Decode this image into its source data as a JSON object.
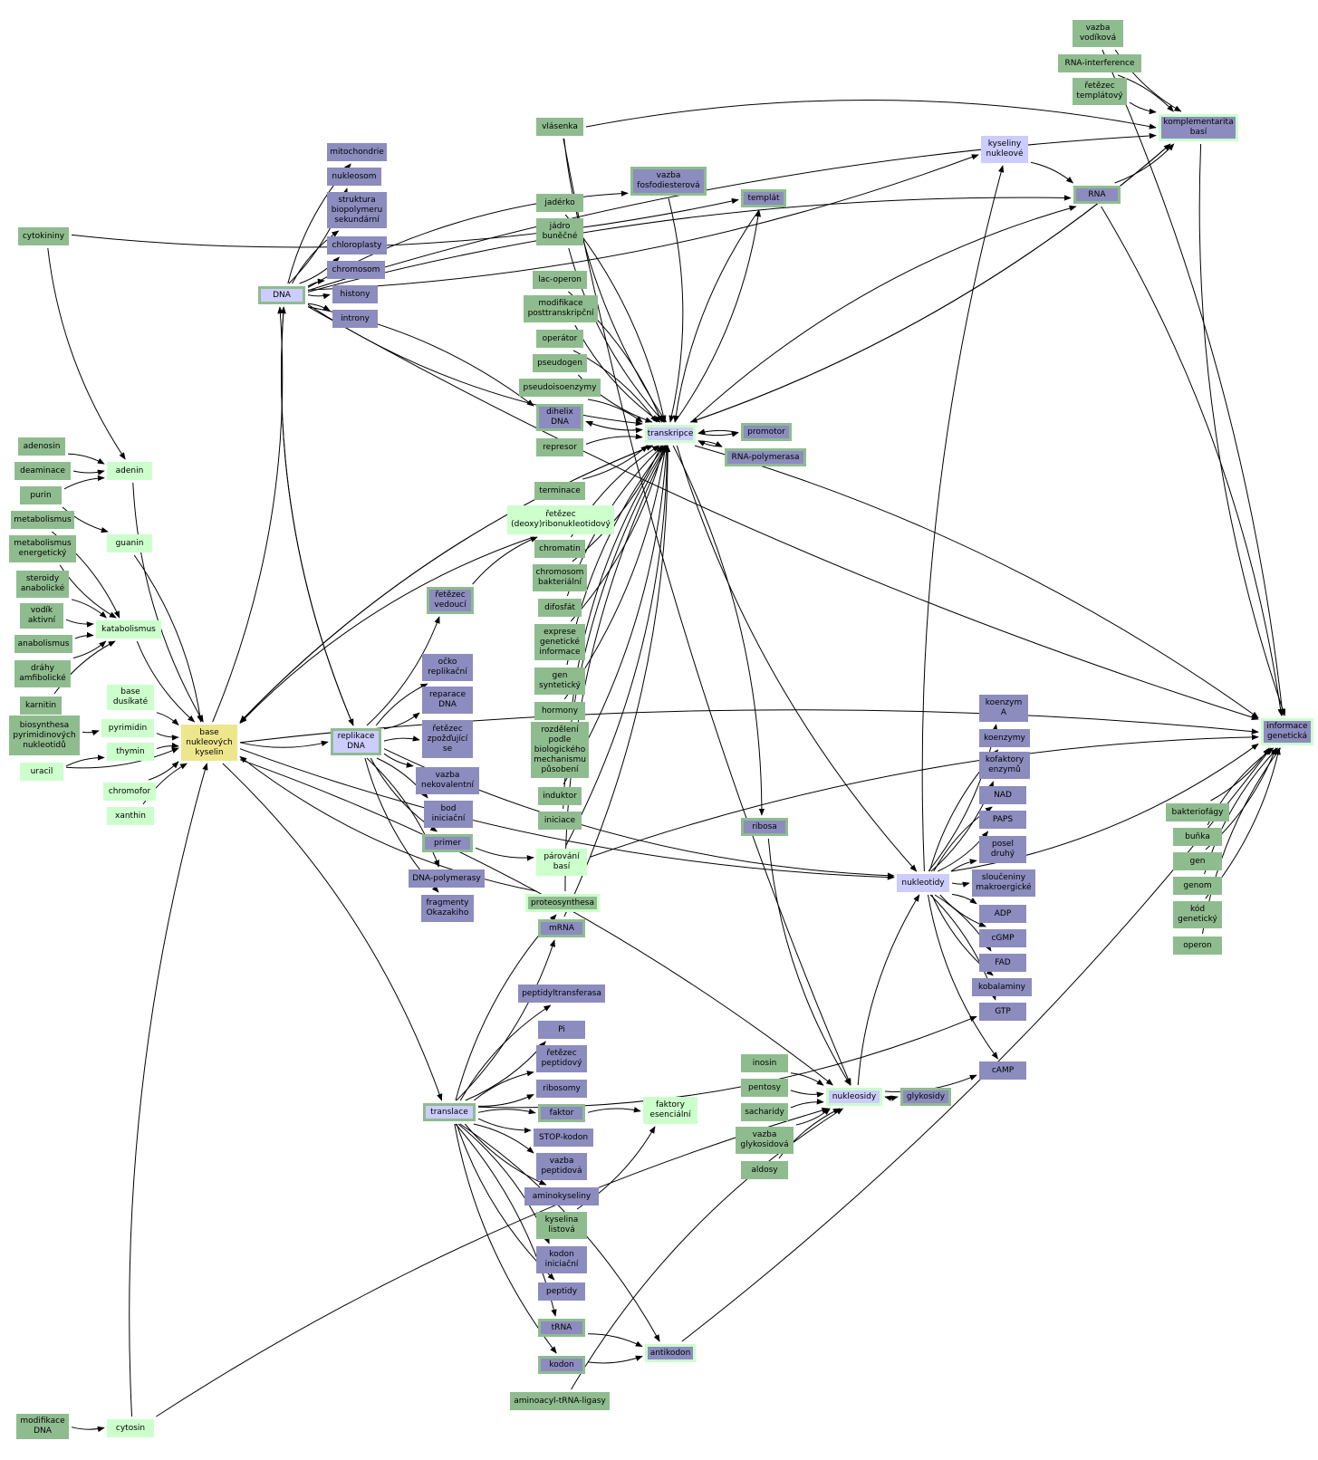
{
  "colors": {
    "green": "#8fbc8f",
    "light": "#ccffcc",
    "purple": "#8c8cbf",
    "lavender": "#ccccff",
    "yellow": "#eee68c",
    "edge": "#000000"
  },
  "nodes": [
    {
      "id": "base",
      "label": "base\nnukleových\nkyselin",
      "kind": "yellow"
    },
    {
      "id": "cytokininy",
      "label": "cytokininy",
      "kind": "green"
    },
    {
      "id": "adenosin",
      "label": "adenosin",
      "kind": "green"
    },
    {
      "id": "deaminace",
      "label": "deaminace",
      "kind": "green"
    },
    {
      "id": "purin",
      "label": "purin",
      "kind": "green"
    },
    {
      "id": "metabolismus",
      "label": "metabolismus",
      "kind": "green"
    },
    {
      "id": "metab_en",
      "label": "metabolismus\nenergetický",
      "kind": "green"
    },
    {
      "id": "steroidy",
      "label": "steroidy\nanabolické",
      "kind": "green"
    },
    {
      "id": "vodik",
      "label": "vodík\naktivní",
      "kind": "green"
    },
    {
      "id": "anabolismus",
      "label": "anabolismus",
      "kind": "green"
    },
    {
      "id": "drahy",
      "label": "dráhy\namfibolické",
      "kind": "green"
    },
    {
      "id": "karnitin",
      "label": "karnitin",
      "kind": "green"
    },
    {
      "id": "biosynth",
      "label": "biosynthesa\npyrimidinových\nnukleotidů",
      "kind": "green"
    },
    {
      "id": "uracil",
      "label": "uracil",
      "kind": "light"
    },
    {
      "id": "adenin",
      "label": "adenin",
      "kind": "light"
    },
    {
      "id": "guanin",
      "label": "guanin",
      "kind": "light"
    },
    {
      "id": "katabolismus",
      "label": "katabolismus",
      "kind": "light"
    },
    {
      "id": "base_dus",
      "label": "base\ndusíkaté",
      "kind": "light"
    },
    {
      "id": "pyrimidin",
      "label": "pyrimidin",
      "kind": "light"
    },
    {
      "id": "thymin",
      "label": "thymin",
      "kind": "light"
    },
    {
      "id": "chromofor",
      "label": "chromofor",
      "kind": "light"
    },
    {
      "id": "xanthin",
      "label": "xanthin",
      "kind": "light"
    },
    {
      "id": "modif_dna",
      "label": "modifikace\nDNA",
      "kind": "green"
    },
    {
      "id": "cytosin",
      "label": "cytosin",
      "kind": "light"
    },
    {
      "id": "dna",
      "label": "DNA",
      "kind": "lav",
      "border": "green"
    },
    {
      "id": "mitochondrie",
      "label": "mitochondrie",
      "kind": "purple"
    },
    {
      "id": "nukleosom",
      "label": "nukleosom",
      "kind": "purple"
    },
    {
      "id": "struktura",
      "label": "struktura\nbiopolymeru\nsekundární",
      "kind": "purple"
    },
    {
      "id": "chloroplasty",
      "label": "chloroplasty",
      "kind": "purple"
    },
    {
      "id": "chromosom",
      "label": "chromosom",
      "kind": "purple"
    },
    {
      "id": "histony",
      "label": "histony",
      "kind": "purple"
    },
    {
      "id": "introny",
      "label": "introny",
      "kind": "purple"
    },
    {
      "id": "replikace",
      "label": "replikace\nDNA",
      "kind": "lav",
      "border": "green"
    },
    {
      "id": "retezec_ved",
      "label": "řetězec\nvedoucí",
      "kind": "purple",
      "border": "green"
    },
    {
      "id": "ocko",
      "label": "očko\nreplikační",
      "kind": "purple"
    },
    {
      "id": "reparace",
      "label": "reparace\nDNA",
      "kind": "purple"
    },
    {
      "id": "retezec_zpo",
      "label": "řetězec\nzpožďující\nse",
      "kind": "purple"
    },
    {
      "id": "vazba_nek",
      "label": "vazba\nnekovalentní",
      "kind": "purple"
    },
    {
      "id": "bod",
      "label": "bod\niniciační",
      "kind": "purple"
    },
    {
      "id": "primer",
      "label": "primer",
      "kind": "purple",
      "border": "green"
    },
    {
      "id": "dna_pol",
      "label": "DNA-polymerasy",
      "kind": "purple"
    },
    {
      "id": "fragmenty",
      "label": "fragmenty\nOkazakiho",
      "kind": "purple"
    },
    {
      "id": "vlasenka",
      "label": "vlásenka",
      "kind": "green"
    },
    {
      "id": "vazba_fos",
      "label": "vazba\nfosfodiesterová",
      "kind": "purple",
      "border": "green"
    },
    {
      "id": "templat",
      "label": "templát",
      "kind": "purple",
      "border": "green"
    },
    {
      "id": "jaderko",
      "label": "jadérko",
      "kind": "green"
    },
    {
      "id": "jadro",
      "label": "jádro\nbuněčné",
      "kind": "green"
    },
    {
      "id": "lac",
      "label": "lac-operon",
      "kind": "green"
    },
    {
      "id": "modif_post",
      "label": "modifikace\nposttranskripční",
      "kind": "green"
    },
    {
      "id": "operator",
      "label": "operátor",
      "kind": "green"
    },
    {
      "id": "pseudogen",
      "label": "pseudogen",
      "kind": "green"
    },
    {
      "id": "pseudoiso",
      "label": "pseudoisoenzymy",
      "kind": "green"
    },
    {
      "id": "dihelix",
      "label": "dihelix\nDNA",
      "kind": "purple",
      "border": "green"
    },
    {
      "id": "represor",
      "label": "represor",
      "kind": "green"
    },
    {
      "id": "transkripce",
      "label": "transkripce",
      "kind": "lav",
      "border": "light"
    },
    {
      "id": "promotor",
      "label": "promotor",
      "kind": "purple",
      "border": "green"
    },
    {
      "id": "rna_pol",
      "label": "RNA-polymerasa",
      "kind": "purple",
      "border": "green"
    },
    {
      "id": "terminace",
      "label": "terminace",
      "kind": "green"
    },
    {
      "id": "retezec_deoxy",
      "label": "řetězec\n(deoxy)ribonukleotidový",
      "kind": "light"
    },
    {
      "id": "chromatin",
      "label": "chromatin",
      "kind": "green"
    },
    {
      "id": "chrom_bakt",
      "label": "chromosom\nbakteriální",
      "kind": "green"
    },
    {
      "id": "difosfat",
      "label": "difosfát",
      "kind": "green"
    },
    {
      "id": "exprese",
      "label": "exprese\ngenetické\ninformace",
      "kind": "green"
    },
    {
      "id": "gen_synt",
      "label": "gen\nsyntetický",
      "kind": "green"
    },
    {
      "id": "hormony",
      "label": "hormony",
      "kind": "green"
    },
    {
      "id": "rozdeleni",
      "label": "rozdělení\npodle\nbiologického\nmechanismu\npůsobení",
      "kind": "green"
    },
    {
      "id": "induktor",
      "label": "induktor",
      "kind": "green"
    },
    {
      "id": "iniciace",
      "label": "iniciace",
      "kind": "green"
    },
    {
      "id": "parovani",
      "label": "párování\nbasí",
      "kind": "light"
    },
    {
      "id": "proteosynthesa",
      "label": "proteosynthesa",
      "kind": "green",
      "border": "light"
    },
    {
      "id": "mrna",
      "label": "mRNA",
      "kind": "purple",
      "border": "green"
    },
    {
      "id": "peptidyltr",
      "label": "peptidyltransferasa",
      "kind": "purple"
    },
    {
      "id": "pi",
      "label": "Pi",
      "kind": "purple"
    },
    {
      "id": "retezec_pep",
      "label": "řetězec\npeptidový",
      "kind": "purple"
    },
    {
      "id": "ribosomy",
      "label": "ribosomy",
      "kind": "purple"
    },
    {
      "id": "faktor",
      "label": "faktor",
      "kind": "purple",
      "border": "green"
    },
    {
      "id": "stop",
      "label": "STOP-kodon",
      "kind": "purple"
    },
    {
      "id": "vazba_pep",
      "label": "vazba\npeptidová",
      "kind": "purple"
    },
    {
      "id": "aminokys",
      "label": "aminokyseliny",
      "kind": "purple"
    },
    {
      "id": "kyselina_l",
      "label": "kyselina\nlistová",
      "kind": "green"
    },
    {
      "id": "kodon_ini",
      "label": "kodon\niniciační",
      "kind": "purple"
    },
    {
      "id": "peptidy",
      "label": "peptidy",
      "kind": "purple"
    },
    {
      "id": "trna",
      "label": "tRNA",
      "kind": "purple",
      "border": "green"
    },
    {
      "id": "kodon",
      "label": "kodon",
      "kind": "purple",
      "border": "green"
    },
    {
      "id": "antikodon",
      "label": "antikodon",
      "kind": "purple",
      "border": "light"
    },
    {
      "id": "aminoacyl",
      "label": "aminoacyl-tRNA-ligasy",
      "kind": "green"
    },
    {
      "id": "translace",
      "label": "translace",
      "kind": "lav",
      "border": "green"
    },
    {
      "id": "faktory_es",
      "label": "faktory\nesenciální",
      "kind": "light"
    },
    {
      "id": "ribosa",
      "label": "ribosa",
      "kind": "purple",
      "border": "green"
    },
    {
      "id": "kys_nukl",
      "label": "kyseliny\nnukleové",
      "kind": "lav"
    },
    {
      "id": "rna",
      "label": "RNA",
      "kind": "purple",
      "border": "green"
    },
    {
      "id": "vazba_vod",
      "label": "vazba\nvodíková",
      "kind": "green"
    },
    {
      "id": "rna_int",
      "label": "RNA-interference",
      "kind": "green"
    },
    {
      "id": "retezec_templ",
      "label": "řetězec\ntemplátový",
      "kind": "green"
    },
    {
      "id": "komplement",
      "label": "komplementarita\nbasí",
      "kind": "purple",
      "border": "light"
    },
    {
      "id": "informace",
      "label": "informace\ngenetická",
      "kind": "purple",
      "border": "light"
    },
    {
      "id": "bakteriofagy",
      "label": "bakteriofágy",
      "kind": "green"
    },
    {
      "id": "bunka",
      "label": "buňka",
      "kind": "green"
    },
    {
      "id": "gen",
      "label": "gen",
      "kind": "green"
    },
    {
      "id": "genom",
      "label": "genom",
      "kind": "green"
    },
    {
      "id": "kod",
      "label": "kód\ngenetický",
      "kind": "green"
    },
    {
      "id": "operon",
      "label": "operon",
      "kind": "green"
    },
    {
      "id": "nukleotidy",
      "label": "nukleotidy",
      "kind": "lav"
    },
    {
      "id": "koenzym_a",
      "label": "koenzym\nA",
      "kind": "purple"
    },
    {
      "id": "koenzymy",
      "label": "koenzymy",
      "kind": "purple"
    },
    {
      "id": "kofaktory",
      "label": "kofaktory\nenzymů",
      "kind": "purple"
    },
    {
      "id": "nad",
      "label": "NAD",
      "kind": "purple"
    },
    {
      "id": "paps",
      "label": "PAPS",
      "kind": "purple"
    },
    {
      "id": "posel",
      "label": "posel\ndruhý",
      "kind": "purple"
    },
    {
      "id": "slouceniny",
      "label": "sloučeniny\nmakroergické",
      "kind": "purple"
    },
    {
      "id": "adp",
      "label": "ADP",
      "kind": "purple"
    },
    {
      "id": "cgmp",
      "label": "cGMP",
      "kind": "purple"
    },
    {
      "id": "fad",
      "label": "FAD",
      "kind": "purple"
    },
    {
      "id": "kobalaminy",
      "label": "kobalaminy",
      "kind": "purple"
    },
    {
      "id": "gtp",
      "label": "GTP",
      "kind": "purple"
    },
    {
      "id": "camp",
      "label": "cAMP",
      "kind": "purple"
    },
    {
      "id": "inosin",
      "label": "inosin",
      "kind": "green"
    },
    {
      "id": "pentosy",
      "label": "pentosy",
      "kind": "green"
    },
    {
      "id": "sacharidy",
      "label": "sacharidy",
      "kind": "green"
    },
    {
      "id": "vazba_gly",
      "label": "vazba\nglykosidová",
      "kind": "green"
    },
    {
      "id": "aldosy",
      "label": "aldosy",
      "kind": "green"
    },
    {
      "id": "nukleosidy",
      "label": "nukleosidy",
      "kind": "lav",
      "border": "light"
    },
    {
      "id": "glykosidy",
      "label": "glykosidy",
      "kind": "purple",
      "border": "green"
    }
  ],
  "edges": [
    [
      "cytokininy",
      "adenin"
    ],
    [
      "adenosin",
      "adenin"
    ],
    [
      "deaminace",
      "adenin"
    ],
    [
      "purin",
      "adenin"
    ],
    [
      "purin",
      "guanin"
    ],
    [
      "metabolismus",
      "katabolismus"
    ],
    [
      "metab_en",
      "katabolismus"
    ],
    [
      "steroidy",
      "katabolismus"
    ],
    [
      "vodik",
      "katabolismus"
    ],
    [
      "anabolismus",
      "katabolismus"
    ],
    [
      "drahy",
      "katabolismus"
    ],
    [
      "karnitin",
      "katabolismus"
    ],
    [
      "biosynth",
      "pyrimidin"
    ],
    [
      "uracil",
      "thymin"
    ],
    [
      "adenin",
      "base"
    ],
    [
      "guanin",
      "base"
    ],
    [
      "katabolismus",
      "base"
    ],
    [
      "base_dus",
      "base"
    ],
    [
      "pyrimidin",
      "base"
    ],
    [
      "thymin",
      "base"
    ],
    [
      "chromofor",
      "base"
    ],
    [
      "xanthin",
      "base"
    ],
    [
      "uracil",
      "base"
    ],
    [
      "cytosin",
      "base"
    ],
    [
      "modif_dna",
      "cytosin"
    ],
    [
      "cytosin",
      "nukleosidy"
    ],
    [
      "base",
      "replikace"
    ],
    [
      "base",
      "translace"
    ],
    [
      "base",
      "dna"
    ],
    [
      "base",
      "transkripce"
    ],
    [
      "base",
      "nukleotidy"
    ],
    [
      "base",
      "informace"
    ],
    [
      "cytokininy",
      "templat"
    ],
    [
      "dna",
      "mitochondrie"
    ],
    [
      "dna",
      "nukleosom"
    ],
    [
      "dna",
      "struktura"
    ],
    [
      "dna",
      "chloroplasty"
    ],
    [
      "dna",
      "chromosom"
    ],
    [
      "dna",
      "histony"
    ],
    [
      "dna",
      "introny"
    ],
    [
      "dna",
      "replikace"
    ],
    [
      "dna",
      "dihelix"
    ],
    [
      "dna",
      "transkripce"
    ],
    [
      "dna",
      "rna"
    ],
    [
      "dna",
      "kys_nukl"
    ],
    [
      "dna",
      "vazba_fos"
    ],
    [
      "dna",
      "informace"
    ],
    [
      "dna",
      "komplement"
    ],
    [
      "replikace",
      "retezec_ved"
    ],
    [
      "replikace",
      "ocko"
    ],
    [
      "replikace",
      "reparace"
    ],
    [
      "replikace",
      "retezec_zpo"
    ],
    [
      "replikace",
      "vazba_nek"
    ],
    [
      "replikace",
      "bod"
    ],
    [
      "replikace",
      "primer"
    ],
    [
      "replikace",
      "dna_pol"
    ],
    [
      "replikace",
      "fragmenty"
    ],
    [
      "replikace",
      "dna"
    ],
    [
      "primer",
      "parovani"
    ],
    [
      "retezec_ved",
      "retezec_deoxy"
    ],
    [
      "retezec_deoxy",
      "base"
    ],
    [
      "parovani",
      "informace"
    ],
    [
      "replikace",
      "nukleotidy"
    ],
    [
      "vlasenka",
      "komplement"
    ],
    [
      "vlasenka",
      "transkripce"
    ],
    [
      "vazba_fos",
      "transkripce"
    ],
    [
      "templat",
      "transkripce"
    ],
    [
      "jaderko",
      "transkripce"
    ],
    [
      "jadro",
      "transkripce"
    ],
    [
      "lac",
      "transkripce"
    ],
    [
      "modif_post",
      "transkripce"
    ],
    [
      "operator",
      "transkripce"
    ],
    [
      "pseudogen",
      "transkripce"
    ],
    [
      "pseudoiso",
      "transkripce"
    ],
    [
      "dihelix",
      "transkripce"
    ],
    [
      "represor",
      "transkripce"
    ],
    [
      "promotor",
      "transkripce"
    ],
    [
      "rna_pol",
      "transkripce"
    ],
    [
      "terminace",
      "transkripce"
    ],
    [
      "chromatin",
      "transkripce"
    ],
    [
      "chrom_bakt",
      "transkripce"
    ],
    [
      "difosfat",
      "transkripce"
    ],
    [
      "exprese",
      "transkripce"
    ],
    [
      "gen_synt",
      "transkripce"
    ],
    [
      "hormony",
      "transkripce"
    ],
    [
      "rozdeleni",
      "transkripce"
    ],
    [
      "induktor",
      "transkripce"
    ],
    [
      "iniciace",
      "transkripce"
    ],
    [
      "parovani",
      "transkripce"
    ],
    [
      "proteosynthesa",
      "transkripce"
    ],
    [
      "mrna",
      "transkripce"
    ],
    [
      "transkripce",
      "dihelix"
    ],
    [
      "transkripce",
      "promotor"
    ],
    [
      "transkripce",
      "rna_pol"
    ],
    [
      "transkripce",
      "templat"
    ],
    [
      "transkripce",
      "rna"
    ],
    [
      "transkripce",
      "komplement"
    ],
    [
      "transkripce",
      "ribosa"
    ],
    [
      "transkripce",
      "nukleotidy"
    ],
    [
      "transkripce",
      "informace"
    ],
    [
      "transkripce",
      "base"
    ],
    [
      "translace",
      "proteosynthesa"
    ],
    [
      "translace",
      "mrna"
    ],
    [
      "translace",
      "peptidyltr"
    ],
    [
      "translace",
      "pi"
    ],
    [
      "translace",
      "retezec_pep"
    ],
    [
      "translace",
      "ribosomy"
    ],
    [
      "translace",
      "faktor"
    ],
    [
      "translace",
      "stop"
    ],
    [
      "translace",
      "vazba_pep"
    ],
    [
      "translace",
      "aminokys"
    ],
    [
      "translace",
      "kodon_ini"
    ],
    [
      "translace",
      "peptidy"
    ],
    [
      "translace",
      "trna"
    ],
    [
      "translace",
      "kodon"
    ],
    [
      "translace",
      "antikodon"
    ],
    [
      "translace",
      "gtp"
    ],
    [
      "faktor",
      "faktory_es"
    ],
    [
      "kyselina_l",
      "faktory_es"
    ],
    [
      "trna",
      "antikodon"
    ],
    [
      "kodon",
      "antikodon"
    ],
    [
      "aminoacyl",
      "nukleosidy"
    ],
    [
      "antikodon",
      "informace"
    ],
    [
      "proteosynthesa",
      "base"
    ],
    [
      "ribosa",
      "nukleosidy"
    ],
    [
      "kys_nukl",
      "rna"
    ],
    [
      "rna",
      "komplement"
    ],
    [
      "rna",
      "informace"
    ],
    [
      "vazba_vod",
      "komplement"
    ],
    [
      "rna_int",
      "komplement"
    ],
    [
      "retezec_templ",
      "komplement"
    ],
    [
      "vazba_vod",
      "informace"
    ],
    [
      "komplement",
      "informace"
    ],
    [
      "komplement",
      "transkripce"
    ],
    [
      "bakteriofagy",
      "informace"
    ],
    [
      "bunka",
      "informace"
    ],
    [
      "gen",
      "informace"
    ],
    [
      "genom",
      "informace"
    ],
    [
      "kod",
      "informace"
    ],
    [
      "operon",
      "informace"
    ],
    [
      "nukleotidy",
      "koenzym_a"
    ],
    [
      "nukleotidy",
      "koenzymy"
    ],
    [
      "nukleotidy",
      "kofaktory"
    ],
    [
      "nukleotidy",
      "nad"
    ],
    [
      "nukleotidy",
      "paps"
    ],
    [
      "nukleotidy",
      "posel"
    ],
    [
      "nukleotidy",
      "slouceniny"
    ],
    [
      "nukleotidy",
      "adp"
    ],
    [
      "nukleotidy",
      "cgmp"
    ],
    [
      "nukleotidy",
      "fad"
    ],
    [
      "nukleotidy",
      "kobalaminy"
    ],
    [
      "nukleotidy",
      "gtp"
    ],
    [
      "nukleotidy",
      "camp"
    ],
    [
      "nukleotidy",
      "kys_nukl"
    ],
    [
      "nukleotidy",
      "informace"
    ],
    [
      "inosin",
      "nukleosidy"
    ],
    [
      "pentosy",
      "nukleosidy"
    ],
    [
      "sacharidy",
      "nukleosidy"
    ],
    [
      "vazba_gly",
      "nukleosidy"
    ],
    [
      "aldosy",
      "nukleosidy"
    ],
    [
      "nukleosidy",
      "glykosidy"
    ],
    [
      "glykosidy",
      "nukleosidy"
    ],
    [
      "nukleosidy",
      "camp"
    ],
    [
      "nukleosidy",
      "nukleotidy"
    ],
    [
      "vlasenka",
      "nukleosidy"
    ],
    [
      "base",
      "nukleosidy"
    ]
  ]
}
